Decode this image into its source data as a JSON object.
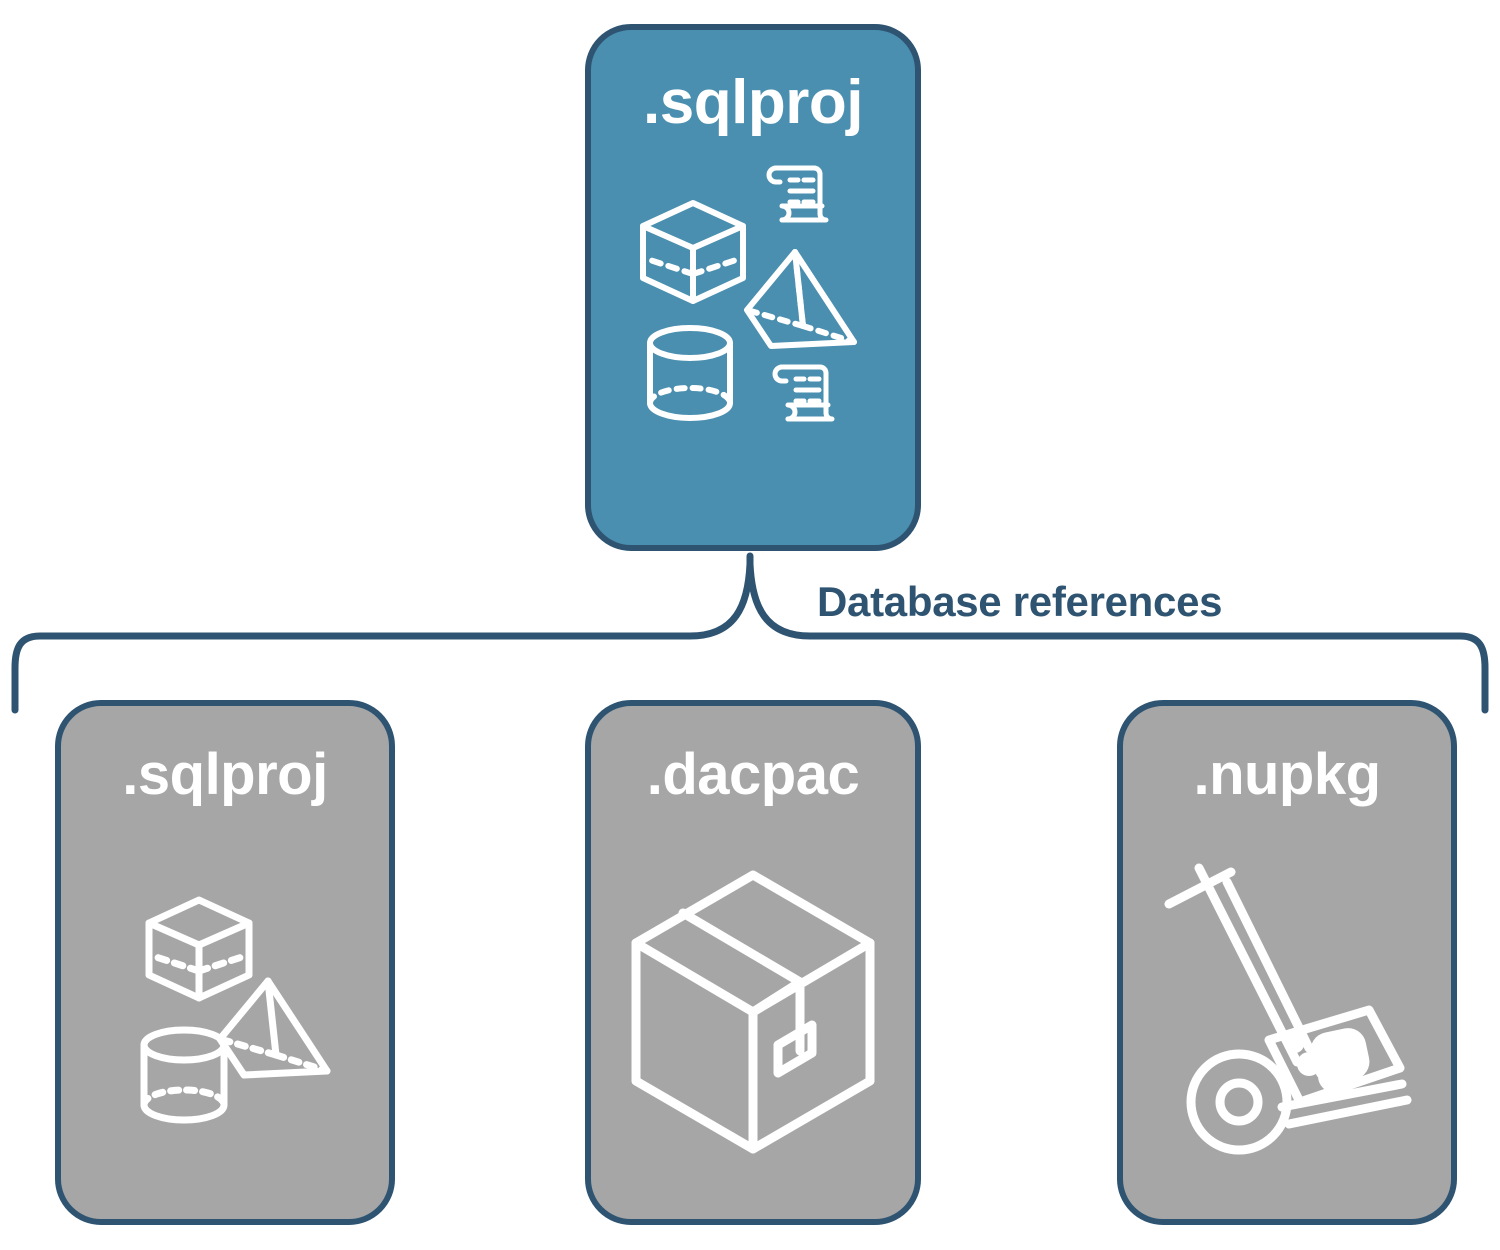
{
  "diagram": {
    "title_text": "Database references",
    "colors": {
      "primary_fill": "#4A8FAF",
      "secondary_fill": "#A6A6A6",
      "stroke": "#2E5472",
      "icon_stroke": "#FFFFFF",
      "background": "#FFFFFF"
    },
    "root": {
      "label": ".sqlproj",
      "fill": "primary",
      "icons": [
        "cube-wireframe-icon",
        "pyramid-wireframe-icon",
        "cylinder-wireframe-icon",
        "scroll-script-icon",
        "scroll-script-icon"
      ]
    },
    "connector": {
      "label": "Database references",
      "style": "curly-brace"
    },
    "children": [
      {
        "label": ".sqlproj",
        "fill": "secondary",
        "icons": [
          "cube-wireframe-icon",
          "pyramid-wireframe-icon",
          "cylinder-wireframe-icon"
        ]
      },
      {
        "label": ".dacpac",
        "fill": "secondary",
        "icons": [
          "shipping-box-icon"
        ]
      },
      {
        "label": ".nupkg",
        "fill": "secondary",
        "icons": [
          "hand-truck-package-icon"
        ]
      }
    ]
  }
}
